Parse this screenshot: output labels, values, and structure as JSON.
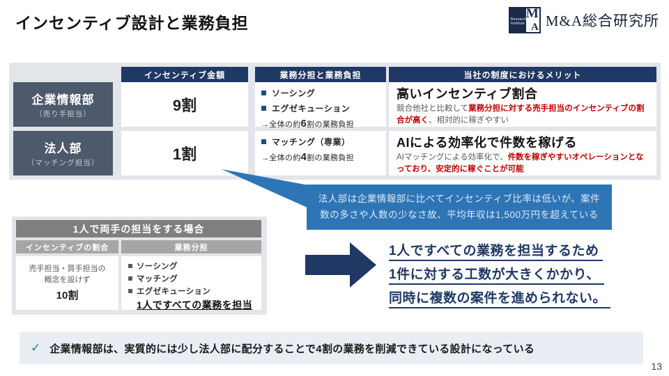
{
  "page": {
    "title": "インセンティブ設計と業務負担",
    "number": "13"
  },
  "logo": {
    "mark_text_line1": "Research",
    "mark_text_line2": "Institute",
    "mark_letter_m": "M",
    "mark_letter_a": "A",
    "company_name": "M&A総合研究所"
  },
  "main_table": {
    "headers": [
      "インセンティブ金額",
      "業務分担と業務負担",
      "当社の制度におけるメリット"
    ],
    "rows": [
      {
        "dept": "企業情報部",
        "dept_sub": "（売り手担当）",
        "incentive": "9割",
        "tasks": [
          "ソーシング",
          "エグゼキューション"
        ],
        "note_pre": "→全体の約",
        "note_num": "6",
        "note_post": "割の業務負担",
        "merit_title": "高いインセンティブ割合",
        "merit_plain_1": "競合他社と比較して",
        "merit_red": "業務分担に対する売手担当のインセンティブの割合が高く",
        "merit_plain_2": "、相対的に稼ぎやすい"
      },
      {
        "dept": "法人部",
        "dept_sub": "（マッチング担当）",
        "incentive": "1割",
        "tasks": [
          "マッチング（専業）"
        ],
        "note_pre": "→全体の約",
        "note_num": "4",
        "note_post": "割の業務負担",
        "merit_title": "AIによる効率化で件数を稼げる",
        "merit_plain_1": "AIマッチングによる効率化で、",
        "merit_red": "件数を稼ぎやすいオペレーションとなっており、安定的に稼ぐことが可能",
        "merit_plain_2": ""
      }
    ]
  },
  "callout": {
    "text": "法人部は企業情報部に比べてインセンティブ比率は低いが、案件数の多さや人数の少なさ故、平均年収は1,500万円を超えている"
  },
  "both_hands_table": {
    "title": "1人で両手の担当をする場合",
    "headers": [
      "インセンティブの割合",
      "業務分担"
    ],
    "incentive_line1": "売手担当・買手担当の",
    "incentive_line2": "概念を設けず",
    "incentive_value": "10割",
    "tasks": [
      "ソーシング",
      "マッチング",
      "エグゼキューション"
    ],
    "tasks_note": "1人ですべての業務を担当"
  },
  "conclusion": {
    "lines": [
      "1人ですべての業務を担当するため",
      "1件に対する工数が大きくかかり、",
      "同時に複数の案件を進められない。"
    ]
  },
  "footer": {
    "check_icon": "✓",
    "text": "企業情報部は、実質的には少し法人部に配分することで4割の業務を削減できている設計になっている"
  },
  "colors": {
    "navy": "#1F3864",
    "slate": "#4E5A6B",
    "accent_blue": "#2E75B6",
    "highlight_red": "#C00000",
    "panel_gray": "#E2E5EA",
    "bar_gray": "#7F7F7F",
    "subheader_gray": "#A6A6A6",
    "footer_bg": "#E9EEF4"
  }
}
